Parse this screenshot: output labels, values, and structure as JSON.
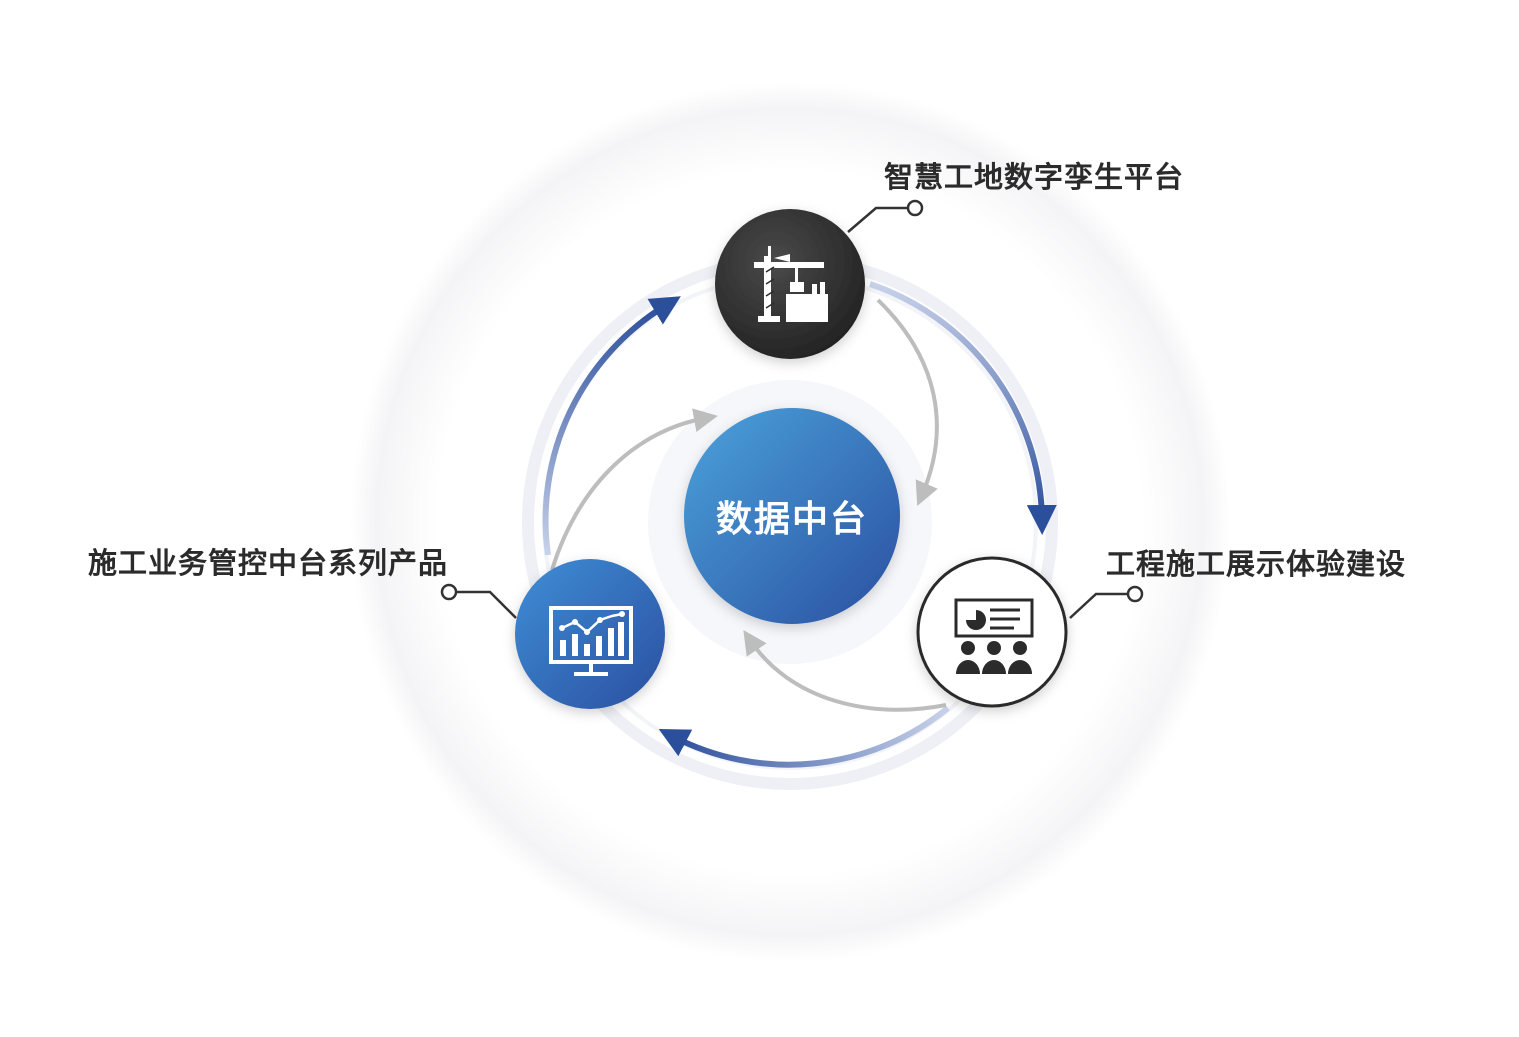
{
  "center": {
    "label": "数据中台"
  },
  "nodes": {
    "top": {
      "label": "智慧工地数字孪生平台",
      "icon": "crane-construction-icon",
      "color": "#2f2f2f"
    },
    "right": {
      "label": "工程施工展示体验建设",
      "icon": "presentation-audience-icon",
      "color": "#ffffff"
    },
    "left": {
      "label": "施工业务管控中台系列产品",
      "icon": "analytics-monitor-icon",
      "color": "#2e5fb0"
    }
  },
  "colors": {
    "accent_blue": "#2c4f9c",
    "light_blue": "#4a98d8",
    "gray_arrow": "#bdbdbd",
    "ring": "#eef0f7"
  }
}
